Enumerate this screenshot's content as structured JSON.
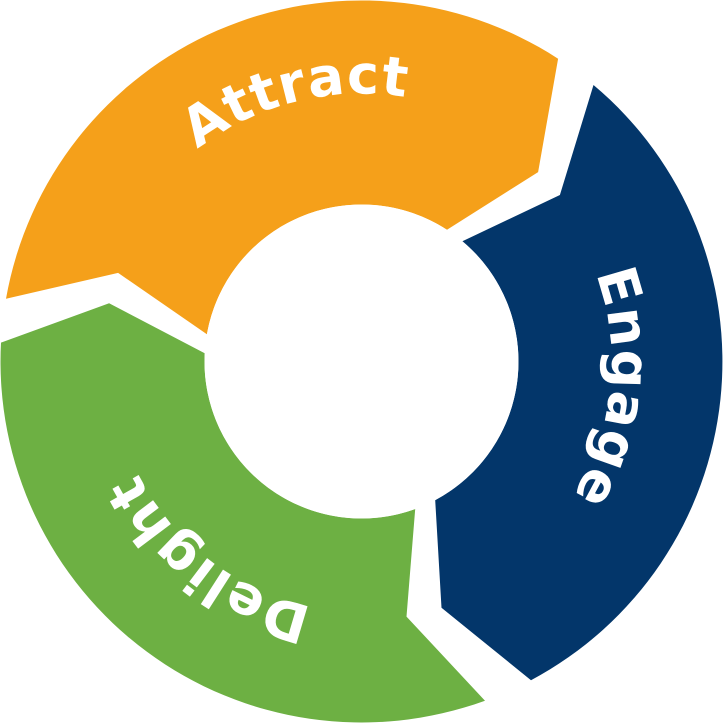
{
  "diagram": {
    "type": "cycle",
    "segments": [
      {
        "id": "attract",
        "label": "Attract",
        "color": "#F5A01A"
      },
      {
        "id": "engage",
        "label": "Engage",
        "color": "#03366A"
      },
      {
        "id": "delight",
        "label": "Delight",
        "color": "#6DB043"
      }
    ]
  }
}
